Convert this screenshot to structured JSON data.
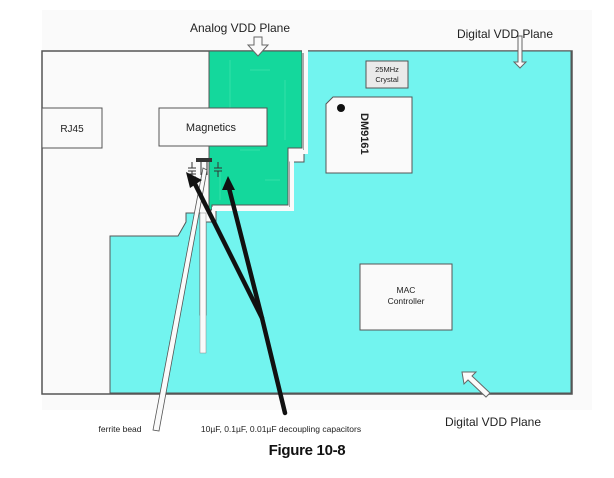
{
  "figure": {
    "caption": "Figure 10-8",
    "labels": {
      "analog_vdd_top": "Analog VDD Plane",
      "digital_vdd_top": "Digital VDD Plane",
      "digital_vdd_bottom": "Digital VDD Plane",
      "ferrite_bead": "ferrite bead",
      "decoupling_caps": "10µF, 0.1µF, 0.01µF decoupling capacitors"
    },
    "components": {
      "rj45": "RJ45",
      "magnetics": "Magnetics",
      "crystal_line1": "25MHz",
      "crystal_line2": "Crystal",
      "phy_chip": "DM9161",
      "mac_line1": "MAC",
      "mac_line2": "Controller"
    },
    "colors": {
      "analog_plane": "#14d89c",
      "digital_plane": "#72f4ef",
      "board_bg": "#fafafa",
      "outline": "#555555",
      "arrow_dark": "#111111"
    }
  }
}
